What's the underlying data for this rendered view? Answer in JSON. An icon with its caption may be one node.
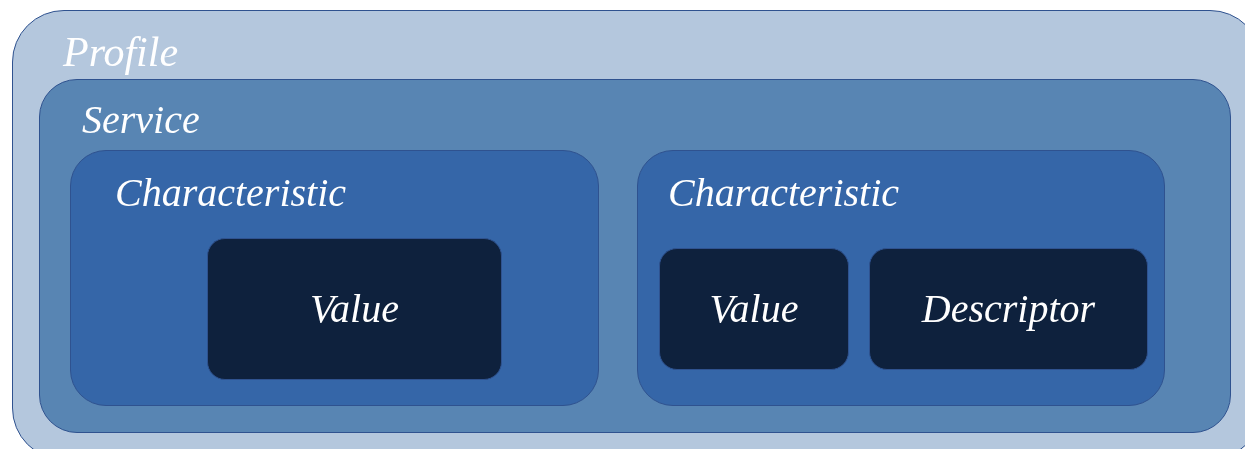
{
  "diagram": {
    "nodes": [
      {
        "text": [
          "Profile"
        ]
      },
      {
        "text": [
          "Service"
        ],
        "in": 0
      },
      {
        "text": [
          "Characteristic"
        ],
        "in": 1
      },
      {
        "text": [
          "Value"
        ],
        "in": 2
      },
      {
        "text": [
          "Characteristic"
        ],
        "in": 1
      },
      {
        "text": [
          "Value"
        ],
        "in": 4
      },
      {
        "text": [
          "Descriptor"
        ],
        "in": 4
      }
    ]
  }
}
